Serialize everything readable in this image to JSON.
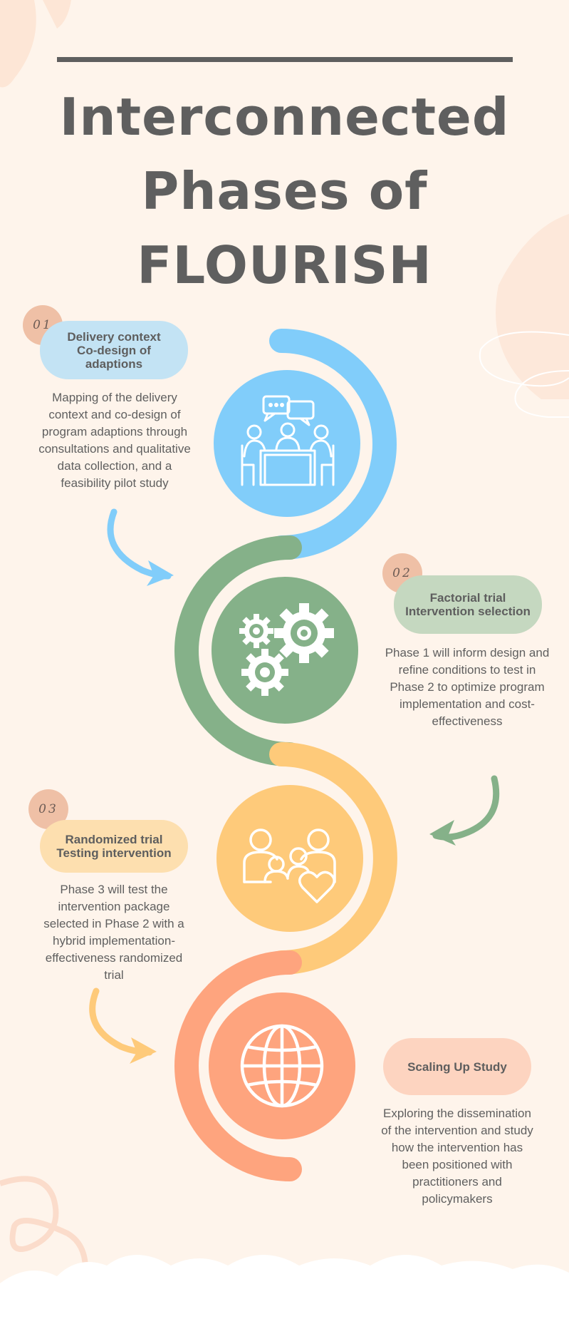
{
  "title": {
    "line1": "Interconnected",
    "line2": "Phases of",
    "line3": "FLOURISH"
  },
  "colors": {
    "background": "#FEF4EB",
    "blue": "#81CDFA",
    "green": "#85B189",
    "yellow": "#FECA7A",
    "orange": "#FEA47E",
    "badge": "#EFC0A6"
  },
  "phases": [
    {
      "number": "01",
      "heading": "Delivery context\nCo-design of\nadaptions",
      "description": "Mapping of the delivery context and co-design of program adaptions through consultations and qualitative data collection, and a feasibility pilot study",
      "icon": "meeting-icon"
    },
    {
      "number": "02",
      "heading": "Factorial trial\nIntervention selection",
      "description": "Phase 1 will inform design and refine conditions to test in Phase 2 to optimize program implementation and cost-effectiveness",
      "icon": "gears-icon"
    },
    {
      "number": "03",
      "heading": "Randomized trial\nTesting intervention",
      "description": "Phase 3 will test the intervention package selected in Phase 2 with a hybrid implementation-effectiveness randomized trial",
      "icon": "family-heart-icon"
    },
    {
      "number": "",
      "heading": "Scaling Up Study",
      "description": "Exploring the dissemination of the intervention and study how the intervention has been positioned with practitioners and policymakers",
      "icon": "globe-icon"
    }
  ]
}
